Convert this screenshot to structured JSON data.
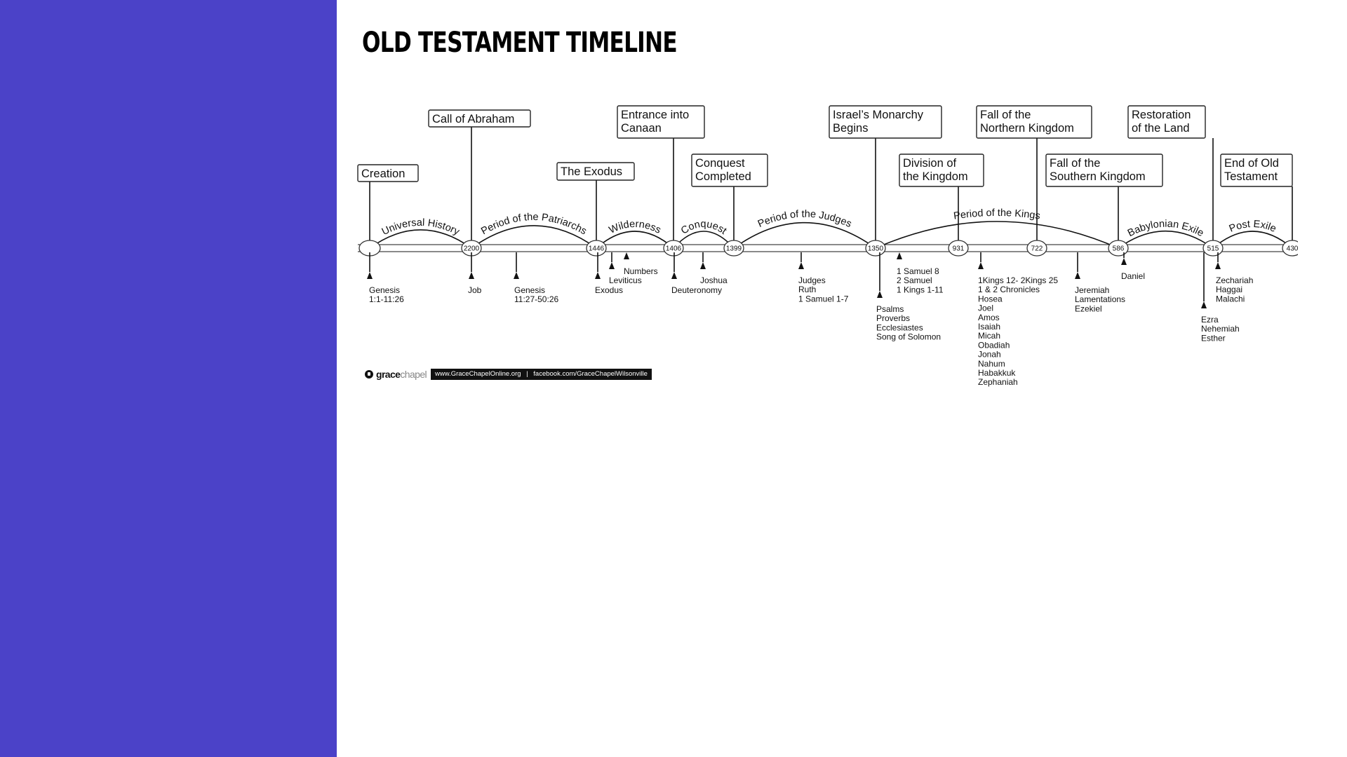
{
  "title": "OLD TESTAMENT TIMELINE",
  "colors": {
    "panel": "#4b42c8",
    "ink": "#111111"
  },
  "timeline": {
    "dates": [
      "",
      "2200",
      "1446",
      "1406",
      "1399",
      "1350",
      "931",
      "722",
      "586",
      "515",
      "430"
    ],
    "events": [
      {
        "lines": [
          "Creation"
        ],
        "node": 0
      },
      {
        "lines": [
          "Call of Abraham"
        ],
        "node": 1
      },
      {
        "lines": [
          "The Exodus"
        ],
        "node": 2
      },
      {
        "lines": [
          "Entrance into",
          "Canaan"
        ],
        "node": 3
      },
      {
        "lines": [
          "Conquest",
          "Completed"
        ],
        "node": 4
      },
      {
        "lines": [
          "Israel’s Monarchy",
          "Begins"
        ],
        "node": 5
      },
      {
        "lines": [
          "Division of",
          "the Kingdom"
        ],
        "node": 6
      },
      {
        "lines": [
          "Fall of the",
          "Northern Kingdom"
        ],
        "node": 7
      },
      {
        "lines": [
          "Fall of the",
          "Southern Kingdom"
        ],
        "node": 8
      },
      {
        "lines": [
          "Restoration",
          "of the Land"
        ],
        "node": 9
      },
      {
        "lines": [
          "End of Old",
          "Testament"
        ],
        "node": 10
      }
    ],
    "periods": [
      {
        "label": "Universal History",
        "from": 0,
        "to": 1
      },
      {
        "label": "Period of the Patriarchs",
        "from": 1,
        "to": 2
      },
      {
        "label": "Wilderness",
        "from": 2,
        "to": 3
      },
      {
        "label": "Conquest",
        "from": 3,
        "to": 4
      },
      {
        "label": "Period of the Judges",
        "from": 4,
        "to": 5
      },
      {
        "label": "Period of the Kings",
        "from": 5,
        "to": 8
      },
      {
        "label": "Babylonian Exile",
        "from": 8,
        "to": 9
      },
      {
        "label": "Post Exile",
        "from": 9,
        "to": 10
      }
    ],
    "books": [
      {
        "lines": [
          "Genesis",
          "1:1-11:26"
        ]
      },
      {
        "lines": [
          "Job"
        ]
      },
      {
        "lines": [
          "Genesis",
          "11:27-50:26"
        ]
      },
      {
        "lines": [
          "Exodus"
        ]
      },
      {
        "lines": [
          "Leviticus"
        ]
      },
      {
        "lines": [
          "Numbers"
        ]
      },
      {
        "lines": [
          "Deuteronomy"
        ]
      },
      {
        "lines": [
          "Joshua"
        ]
      },
      {
        "lines": [
          "Judges",
          "Ruth",
          "1 Samuel 1-7"
        ]
      },
      {
        "lines": [
          "Psalms",
          "Proverbs",
          "Ecclesiastes",
          "Song of Solomon"
        ]
      },
      {
        "lines": [
          "1 Samuel 8",
          "2 Samuel",
          "1 Kings 1-11"
        ]
      },
      {
        "lines": [
          "1Kings 12- 2Kings 25",
          "1 & 2 Chronicles",
          "Hosea",
          "Joel",
          "Amos",
          "Isaiah",
          "Micah",
          "Obadiah",
          "Jonah",
          "Nahum",
          "Habakkuk",
          "Zephaniah"
        ]
      },
      {
        "lines": [
          "Jeremiah",
          "Lamentations",
          "Ezekiel"
        ]
      },
      {
        "lines": [
          "Daniel"
        ]
      },
      {
        "lines": [
          "Ezra",
          "Nehemiah",
          "Esther"
        ]
      },
      {
        "lines": [
          "Zechariah",
          "Haggai",
          "Malachi"
        ]
      }
    ]
  },
  "footer": {
    "logo_grace": "grace",
    "logo_chapel": "chapel",
    "website": "www.GraceChapelOnline.org",
    "separator": "|",
    "facebook": "facebook.com/GraceChapelWilsonville"
  }
}
